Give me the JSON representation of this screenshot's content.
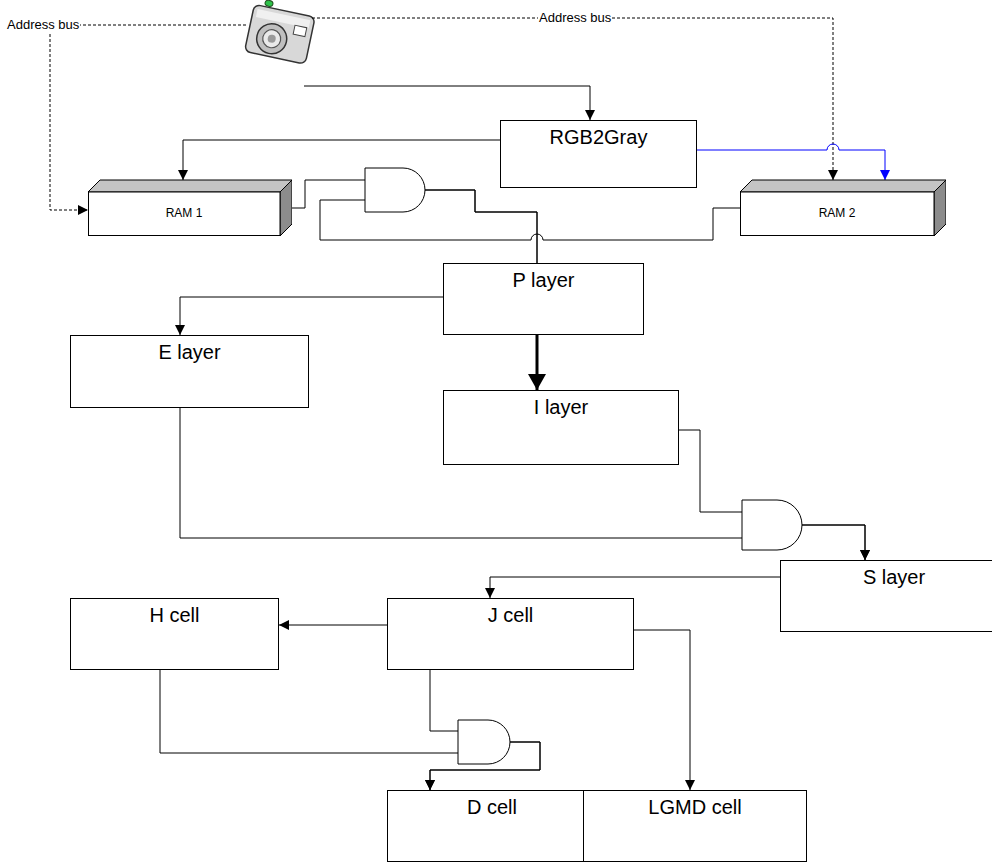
{
  "diagram": {
    "nodes": [
      {
        "text": [
          "RGB2Gray"
        ]
      },
      {
        "text": [
          "RAM 1"
        ]
      },
      {
        "text": [
          "RAM 2"
        ]
      },
      {
        "text": [
          "P layer"
        ]
      },
      {
        "text": [
          "E layer"
        ]
      },
      {
        "text": [
          "I layer"
        ]
      },
      {
        "text": [
          "S layer"
        ]
      },
      {
        "text": [
          "H cell"
        ]
      },
      {
        "text": [
          "J cell"
        ]
      },
      {
        "text": [
          "D cell"
        ]
      },
      {
        "text": [
          "LGMD cell"
        ]
      }
    ],
    "edges": [
      {
        "from": 0,
        "to": 1,
        "arrow": "to"
      },
      {
        "from": 0,
        "to": 2,
        "arrow": "to"
      },
      {
        "from": 1,
        "to": 3,
        "arrow": "none"
      },
      {
        "from": 2,
        "to": 3,
        "arrow": "none"
      },
      {
        "from": 3,
        "to": 4,
        "arrow": "to"
      },
      {
        "from": 3,
        "to": 5,
        "arrow": "to"
      },
      {
        "from": 4,
        "to": 6,
        "arrow": "to"
      },
      {
        "from": 5,
        "to": 6,
        "arrow": "to"
      },
      {
        "from": 6,
        "to": 8,
        "arrow": "to"
      },
      {
        "from": 8,
        "to": 7,
        "arrow": "to"
      },
      {
        "from": 8,
        "to": 9,
        "arrow": "to"
      },
      {
        "from": 7,
        "to": 9,
        "arrow": "to"
      },
      {
        "from": 8,
        "to": 10,
        "arrow": "to"
      }
    ],
    "labels": [
      "Address bus",
      "Address bus"
    ]
  }
}
